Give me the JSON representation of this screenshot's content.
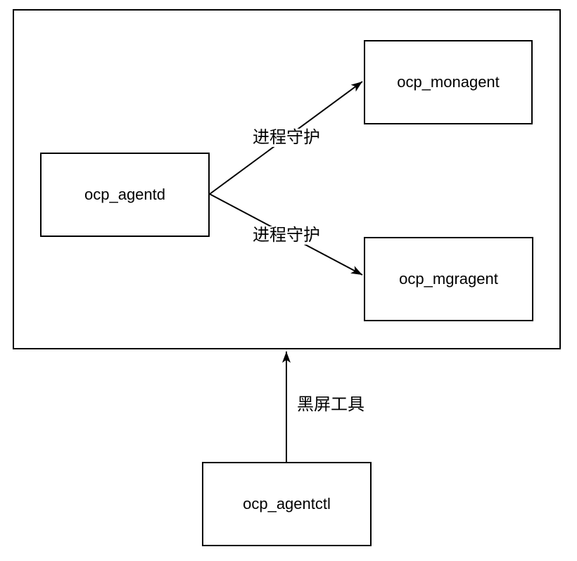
{
  "diagram": {
    "nodes": {
      "agentd": {
        "label": "ocp_agentd"
      },
      "monagent": {
        "label": "ocp_monagent"
      },
      "mgragent": {
        "label": "ocp_mgragent"
      },
      "agentctl": {
        "label": "ocp_agentctl"
      }
    },
    "edges": {
      "agentd_to_monagent": {
        "label": "进程守护"
      },
      "agentd_to_mgragent": {
        "label": "进程守护"
      },
      "agentctl_to_container": {
        "label": "黑屏工具"
      }
    },
    "colors": {
      "stroke": "#000000",
      "text": "#000000",
      "background": "#ffffff"
    }
  }
}
